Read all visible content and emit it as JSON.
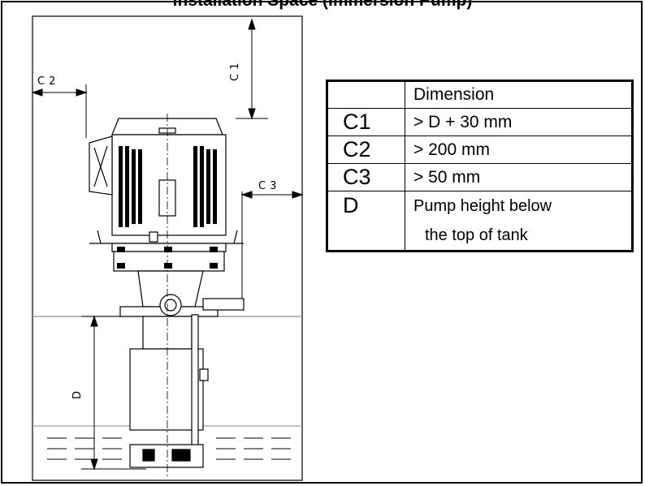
{
  "heading": {
    "text": "Installation Space (Immersion Pump)"
  },
  "drawing": {
    "labels": {
      "c1": "C1",
      "c2": "C2",
      "c3": "C3",
      "d": "D"
    }
  },
  "table": {
    "header": [
      "",
      "Dimension"
    ],
    "rows": [
      {
        "key": "C1",
        "value": "> D + 30 mm"
      },
      {
        "key": "C2",
        "value": "> 200 mm"
      },
      {
        "key": "C3",
        "value": "> 50 mm"
      },
      {
        "key": "D",
        "value_line1": "Pump height below",
        "value_line2": "the top of tank"
      }
    ]
  },
  "colors": {
    "line": "#000000",
    "background": "#ffffff",
    "surface_line": "#8a8a8a"
  }
}
